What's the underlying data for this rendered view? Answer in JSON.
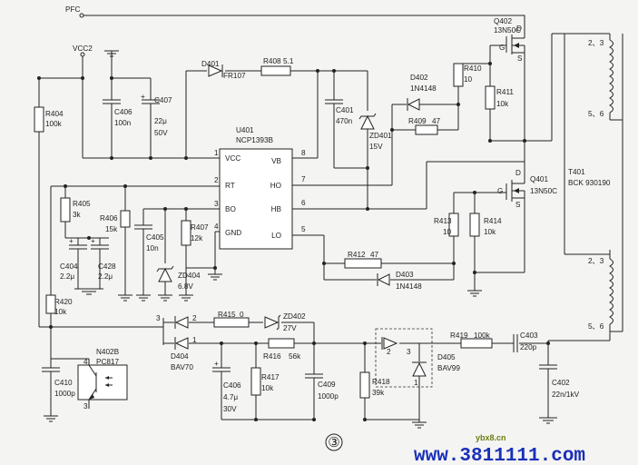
{
  "nets": {
    "pfc": "PFC",
    "vcc2": "VCC2"
  },
  "ic": {
    "ref": "U401",
    "part": "NCP1393B",
    "pins": {
      "vcc": "VCC",
      "rt": "RT",
      "bo": "BO",
      "gnd": "GND",
      "vb": "VB",
      "ho": "HO",
      "hb": "HB",
      "lo": "LO"
    },
    "pin_numbers": {
      "p1": "1",
      "p2": "2",
      "p3": "3",
      "p4": "4",
      "p8": "8",
      "p7": "7",
      "p6": "6",
      "p5": "5"
    }
  },
  "components": {
    "R404": {
      "ref": "R404",
      "value": "100k"
    },
    "R405": {
      "ref": "R405",
      "value": "3k"
    },
    "R406": {
      "ref": "R406",
      "value": "15k"
    },
    "R407": {
      "ref": "R407",
      "value": "12k"
    },
    "R408": {
      "ref": "R408",
      "value": "5.1"
    },
    "R409": {
      "ref": "R409",
      "value": "47"
    },
    "R410": {
      "ref": "R410",
      "value": "10"
    },
    "R411": {
      "ref": "R411",
      "value": "10k"
    },
    "R412": {
      "ref": "R412",
      "value": "47"
    },
    "R413": {
      "ref": "R413",
      "value": "10"
    },
    "R414": {
      "ref": "R414",
      "value": "10k"
    },
    "R415": {
      "ref": "R415",
      "value": "0"
    },
    "R416": {
      "ref": "R416",
      "value": "56k"
    },
    "R417": {
      "ref": "R417",
      "value": "10k"
    },
    "R418": {
      "ref": "R418",
      "value": "39k"
    },
    "R419": {
      "ref": "R419",
      "value": "100k"
    },
    "R420": {
      "ref": "R420",
      "value": "10k"
    },
    "C401": {
      "ref": "C401",
      "value": "470n"
    },
    "C402": {
      "ref": "C402",
      "value": "22n/1kV"
    },
    "C403": {
      "ref": "C403",
      "value": "220p"
    },
    "C404": {
      "ref": "C404",
      "value": "2.2μ"
    },
    "C405": {
      "ref": "C405",
      "value": "10n"
    },
    "C406a": {
      "ref": "C406",
      "value": "100n"
    },
    "C406b": {
      "ref": "C406",
      "value": "4.7μ",
      "value2": "30V"
    },
    "C407": {
      "ref": "C407",
      "value": "22μ",
      "value2": "50V"
    },
    "C409": {
      "ref": "C409",
      "value": "1000p"
    },
    "C410": {
      "ref": "C410",
      "value": "1000p"
    },
    "C428": {
      "ref": "C428",
      "value": "2.2μ"
    },
    "D401": {
      "ref": "D401",
      "value": "FR107"
    },
    "D402": {
      "ref": "D402",
      "value": "1N4148"
    },
    "D403": {
      "ref": "D403",
      "value": "1N4148"
    },
    "D404": {
      "ref": "D404",
      "value": "BAV70"
    },
    "D405": {
      "ref": "D405",
      "value": "BAV99"
    },
    "ZD401": {
      "ref": "ZD401",
      "value": "15V"
    },
    "ZD402": {
      "ref": "ZD402",
      "value": "27V"
    },
    "ZD404": {
      "ref": "ZD404",
      "value": "6.8V"
    },
    "Q402": {
      "ref": "Q402",
      "value": "13N50C"
    },
    "Q401": {
      "ref": "Q401",
      "value": "13N50C"
    },
    "N402B": {
      "ref": "N402B",
      "value": "PC817"
    },
    "T401": {
      "ref": "T401",
      "value": "BCK 930190"
    }
  },
  "fet_pins": {
    "d": "D",
    "g": "G",
    "s": "S"
  },
  "diode_pins": {
    "p1": "1",
    "p2": "2",
    "p3": "3"
  },
  "opto_pins": {
    "p3": "3",
    "p4": "4"
  },
  "transformer_pins": {
    "a": "2、3",
    "b": "5、6",
    "c": "2、3",
    "d": "5、6"
  },
  "figure_number": "③",
  "watermark": {
    "small": "ybx8.cn",
    "url": "www.3811111.com"
  },
  "colors": {
    "ink": "#222222",
    "url": "#1a2fb8",
    "small": "#6a7f10"
  }
}
